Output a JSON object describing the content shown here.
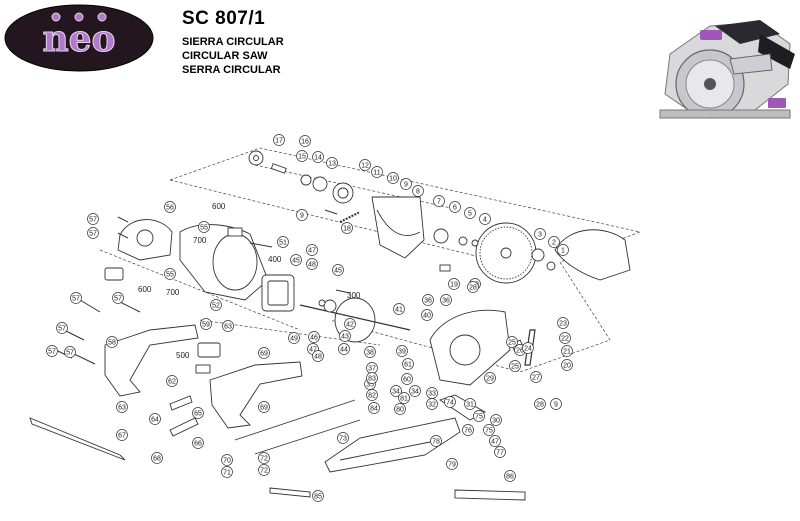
{
  "brand": "neo",
  "header": {
    "model": "SC 807/1",
    "names": [
      "SIERRA CIRCULAR",
      "CIRCULAR SAW",
      "SERRA CIRCULAR"
    ]
  },
  "colors": {
    "logo_bg": "#23161f",
    "logo_text": "#b07ac8",
    "ink": "#333333",
    "accent_purple": "#a058b8"
  },
  "callouts": [
    {
      "id": "c17",
      "t": "17"
    },
    {
      "id": "c16",
      "t": "16"
    },
    {
      "id": "c15",
      "t": "15"
    },
    {
      "id": "c14",
      "t": "14"
    },
    {
      "id": "c13",
      "t": "13"
    },
    {
      "id": "c12",
      "t": "12"
    },
    {
      "id": "c11",
      "t": "11"
    },
    {
      "id": "c10",
      "t": "10"
    },
    {
      "id": "c9a",
      "t": "9"
    },
    {
      "id": "c8",
      "t": "8"
    },
    {
      "id": "c9b",
      "t": "9"
    },
    {
      "id": "c18",
      "t": "18"
    },
    {
      "id": "c7",
      "t": "7"
    },
    {
      "id": "c6",
      "t": "6"
    },
    {
      "id": "c5",
      "t": "5"
    },
    {
      "id": "c4",
      "t": "4"
    },
    {
      "id": "c3",
      "t": "3"
    },
    {
      "id": "c2",
      "t": "2"
    },
    {
      "id": "c1",
      "t": "1"
    },
    {
      "id": "c19",
      "t": "19"
    },
    {
      "id": "c20a",
      "t": "20"
    },
    {
      "id": "c56",
      "t": "56"
    },
    {
      "id": "c57a",
      "t": "57"
    },
    {
      "id": "c57b",
      "t": "57"
    },
    {
      "id": "c55a",
      "t": "55"
    },
    {
      "id": "c55b",
      "t": "55"
    },
    {
      "id": "c51",
      "t": "51"
    },
    {
      "id": "c47a",
      "t": "47"
    },
    {
      "id": "c48a",
      "t": "48"
    },
    {
      "id": "c45a",
      "t": "45"
    },
    {
      "id": "c45b",
      "t": "45"
    },
    {
      "id": "c52",
      "t": "52"
    },
    {
      "id": "c57c",
      "t": "57"
    },
    {
      "id": "c57d",
      "t": "57"
    },
    {
      "id": "c58",
      "t": "58"
    },
    {
      "id": "c59",
      "t": "59"
    },
    {
      "id": "c63a",
      "t": "63"
    },
    {
      "id": "c57e",
      "t": "57"
    },
    {
      "id": "c57f",
      "t": "57"
    },
    {
      "id": "c57g",
      "t": "57"
    },
    {
      "id": "c62",
      "t": "62"
    },
    {
      "id": "c63b",
      "t": "63"
    },
    {
      "id": "c64",
      "t": "64"
    },
    {
      "id": "c65",
      "t": "65"
    },
    {
      "id": "c66",
      "t": "66"
    },
    {
      "id": "c67",
      "t": "67"
    },
    {
      "id": "c68",
      "t": "68"
    },
    {
      "id": "c69a",
      "t": "69"
    },
    {
      "id": "c69b",
      "t": "69"
    },
    {
      "id": "c49",
      "t": "49"
    },
    {
      "id": "c46",
      "t": "46"
    },
    {
      "id": "c47b",
      "t": "47"
    },
    {
      "id": "c48b",
      "t": "48"
    },
    {
      "id": "c44",
      "t": "44"
    },
    {
      "id": "c43",
      "t": "43"
    },
    {
      "id": "c42",
      "t": "42"
    },
    {
      "id": "c41",
      "t": "41"
    },
    {
      "id": "c40",
      "t": "40"
    },
    {
      "id": "c39",
      "t": "39"
    },
    {
      "id": "c38",
      "t": "38"
    },
    {
      "id": "c37",
      "t": "37"
    },
    {
      "id": "c36a",
      "t": "36"
    },
    {
      "id": "c36b",
      "t": "36"
    },
    {
      "id": "c35",
      "t": "35"
    },
    {
      "id": "c34a",
      "t": "34"
    },
    {
      "id": "c34b",
      "t": "34"
    },
    {
      "id": "c33",
      "t": "33"
    },
    {
      "id": "c32",
      "t": "32"
    },
    {
      "id": "c31",
      "t": "31"
    },
    {
      "id": "c30",
      "t": "30"
    },
    {
      "id": "c29",
      "t": "29"
    },
    {
      "id": "c28a",
      "t": "28"
    },
    {
      "id": "c28b",
      "t": "28"
    },
    {
      "id": "c27",
      "t": "27"
    },
    {
      "id": "c26",
      "t": "26"
    },
    {
      "id": "c25a",
      "t": "25"
    },
    {
      "id": "c25b",
      "t": "25"
    },
    {
      "id": "c24",
      "t": "24"
    },
    {
      "id": "c23",
      "t": "23"
    },
    {
      "id": "c22",
      "t": "22"
    },
    {
      "id": "c21",
      "t": "21"
    },
    {
      "id": "c20b",
      "t": "20"
    },
    {
      "id": "c9c",
      "t": "9"
    },
    {
      "id": "c60",
      "t": "60"
    },
    {
      "id": "c61",
      "t": "61"
    },
    {
      "id": "c80",
      "t": "80"
    },
    {
      "id": "c81",
      "t": "81"
    },
    {
      "id": "c82",
      "t": "82"
    },
    {
      "id": "c83",
      "t": "83"
    },
    {
      "id": "c84",
      "t": "84"
    },
    {
      "id": "c75a",
      "t": "75"
    },
    {
      "id": "c75b",
      "t": "75"
    },
    {
      "id": "c74",
      "t": "74"
    },
    {
      "id": "c76",
      "t": "76"
    },
    {
      "id": "c47c",
      "t": "47"
    },
    {
      "id": "c77",
      "t": "77"
    },
    {
      "id": "c73",
      "t": "73"
    },
    {
      "id": "c72a",
      "t": "72"
    },
    {
      "id": "c72b",
      "t": "72"
    },
    {
      "id": "c70",
      "t": "70"
    },
    {
      "id": "c71",
      "t": "71"
    },
    {
      "id": "c78",
      "t": "78"
    },
    {
      "id": "c79",
      "t": "79"
    },
    {
      "id": "c86",
      "t": "86"
    },
    {
      "id": "c85",
      "t": "85"
    }
  ],
  "labels": [
    {
      "id": "l600a",
      "t": "600"
    },
    {
      "id": "l700a",
      "t": "700"
    },
    {
      "id": "l600b",
      "t": "600"
    },
    {
      "id": "l700b",
      "t": "700"
    },
    {
      "id": "l400",
      "t": "400"
    },
    {
      "id": "l300",
      "t": "300"
    },
    {
      "id": "l500",
      "t": "500"
    }
  ]
}
